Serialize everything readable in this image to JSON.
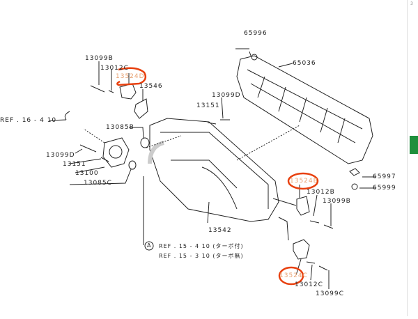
{
  "labels": {
    "p65996": "65996",
    "p65036": "65036",
    "p13099B_top": "13099B",
    "p13012C_top": "13012C",
    "p13524D": "13524D",
    "p13546": "13546",
    "p13151_mid": "13151",
    "p13099D_mid": "13099D",
    "ref16": "REF . 16 - 4 10",
    "p13085B": "13085B",
    "p13099D_left": "13099D",
    "p13151_left": "13151",
    "p13100": "13100",
    "p13085C": "13085C",
    "p13542": "13542",
    "p13524B": "13524B",
    "p13012B": "13012B",
    "p13099B_right": "13099B",
    "p65997": "65997",
    "p65999": "65999",
    "refA_marker": "A",
    "ref15_410": "REF . 15 - 4 10 (ターボ付)",
    "ref15_310": "REF . 15 - 3 10 (ターボ無)",
    "p13524C": "13524C",
    "p13012C_bottom": "13012C",
    "p13099C": "13099C"
  },
  "side_panel": {
    "number": "3"
  },
  "colors": {
    "highlight_circle": "#e8400e",
    "line": "#222222",
    "side_button": "#1f8f3c"
  }
}
